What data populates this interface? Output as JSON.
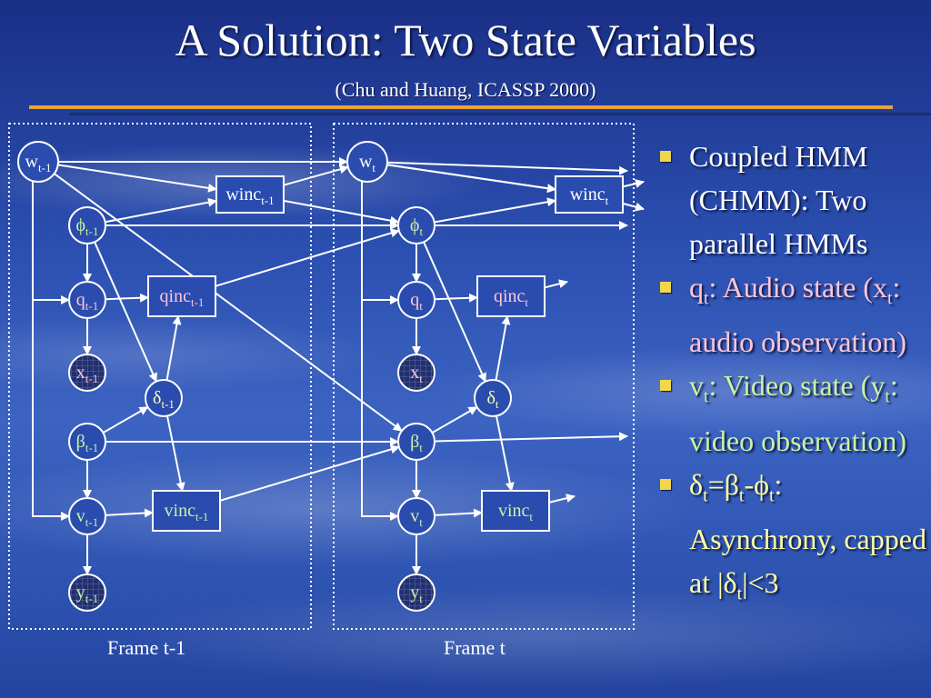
{
  "title": "A Solution: Two State Variables",
  "subtitle": "(Chu and Huang, ICASSP 2000)",
  "frames": [
    {
      "label": "Frame t-1",
      "sub": "t-1",
      "w": "w",
      "phi": "ϕ",
      "q": "q",
      "x": "x",
      "delta": "δ",
      "beta": "β",
      "v": "v",
      "y": "y",
      "winc": "winc",
      "qinc": "qinc",
      "vinc": "vinc"
    },
    {
      "label": "Frame t",
      "sub": "t",
      "w": "w",
      "phi": "ϕ",
      "q": "q",
      "x": "x",
      "delta": "δ",
      "beta": "β",
      "v": "v",
      "y": "y",
      "winc": "winc",
      "qinc": "qinc",
      "vinc": "vinc"
    }
  ],
  "bullets": [
    {
      "color": "#ffffff",
      "parts": [
        {
          "t": "Coupled HMM (CHMM): Two parallel HMMs"
        }
      ]
    },
    {
      "color": "#ffc6d6",
      "parts": [
        {
          "t": "q"
        },
        {
          "t": "t",
          "sub": true
        },
        {
          "t": ": Audio state (x"
        },
        {
          "t": "t",
          "sub": true
        },
        {
          "t": ": audio observation)"
        }
      ]
    },
    {
      "color": "#c9f2a6",
      "parts": [
        {
          "t": "v"
        },
        {
          "t": "t",
          "sub": true
        },
        {
          "t": ": Video state (y"
        },
        {
          "t": "t",
          "sub": true
        },
        {
          "t": ": video observation)"
        }
      ]
    },
    {
      "color": "#ffffa6",
      "parts": [
        {
          "t": "δ"
        },
        {
          "t": "t",
          "sub": true
        },
        {
          "t": "=β"
        },
        {
          "t": "t",
          "sub": true
        },
        {
          "t": "-ϕ"
        },
        {
          "t": "t",
          "sub": true
        },
        {
          "t": ": Asynchrony, capped at |δ"
        },
        {
          "t": "t",
          "sub": true
        },
        {
          "t": "|<3"
        }
      ]
    }
  ],
  "colors": {
    "phi": "#c9f2a6",
    "beta": "#c9f2a6",
    "v": "#c9f2a6",
    "y": "#c9f2a6",
    "q": "#ffc6d6",
    "x": "#ffc6d6",
    "qinc": "#ffc6d6",
    "delta": "#ffffa6",
    "w": "#ffffff",
    "winc": "#ffffff",
    "vinc": "#c9f2a6",
    "accent_rule": "#e8a23a"
  }
}
